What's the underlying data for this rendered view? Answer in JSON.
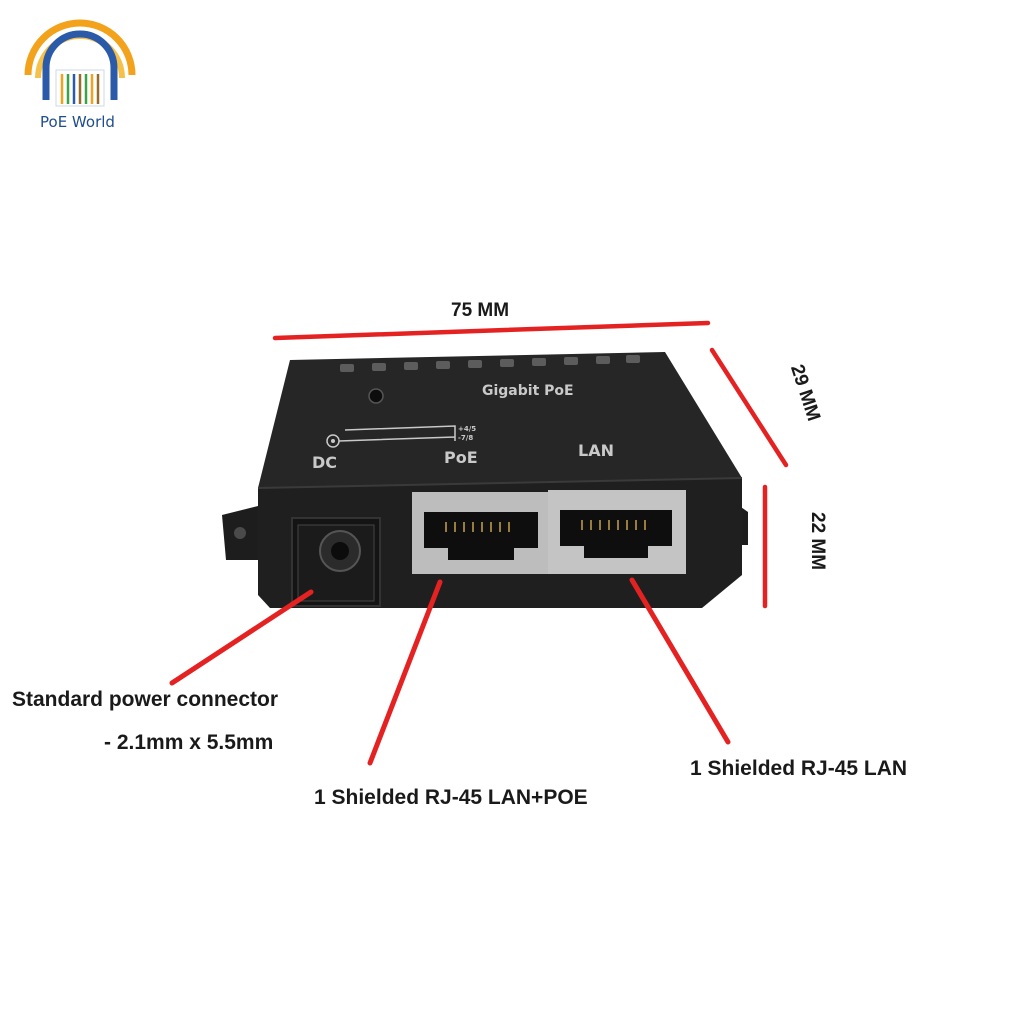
{
  "logo": {
    "text": "PoE World",
    "icon": "poe-world-logo-icon",
    "colors": {
      "arc_orange": "#f2a21b",
      "arc_blue": "#2a5aa8"
    }
  },
  "device": {
    "top_label": "Gigabit PoE",
    "pin_label_top": "+4/5",
    "pin_label_bottom": "-7/8",
    "port_labels": {
      "dc": "DC",
      "poe": "PoE",
      "lan": "LAN"
    }
  },
  "dimensions": {
    "width": "75 MM",
    "depth": "29 MM",
    "height": "22 MM",
    "line_color": "#e52222"
  },
  "callouts": {
    "power_line1": "Standard power connector",
    "power_line2": "- 2.1mm x 5.5mm",
    "poe_port": "1 Shielded RJ-45 LAN+POE",
    "lan_port": "1 Shielded RJ-45 LAN"
  }
}
